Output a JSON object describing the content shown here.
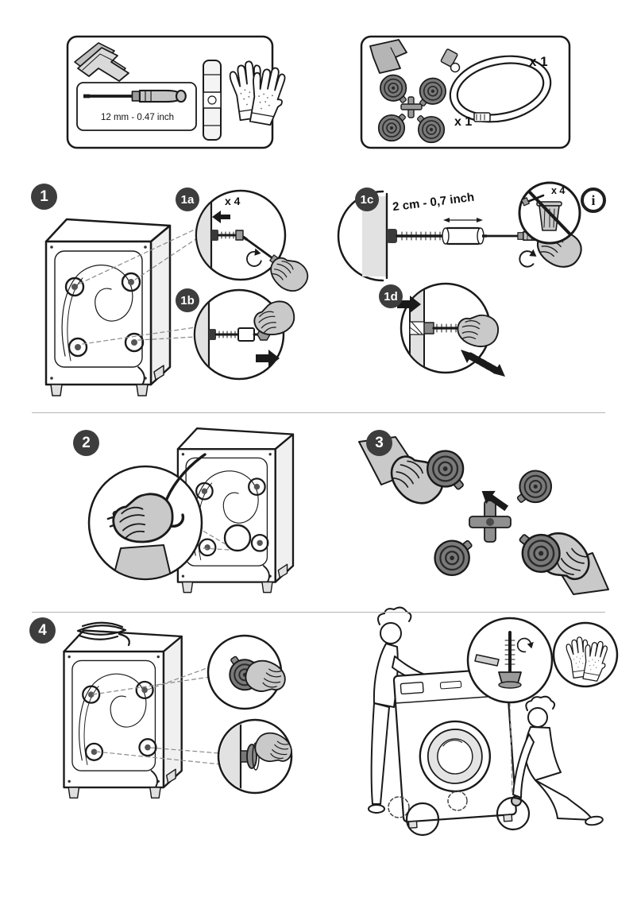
{
  "document": {
    "type": "washing-machine-installation-guide-page"
  },
  "tools_box": {
    "size_label": "12 mm - 0.47 inch",
    "icons": [
      "wrench-icon",
      "screwdriver-icon",
      "spirit-level-icon",
      "gloves-icon"
    ]
  },
  "parts_box": {
    "items": [
      {
        "name": "transport-hole-caps",
        "qty": "x 1"
      },
      {
        "name": "inlet-hose",
        "qty": "x 1"
      }
    ],
    "icons": [
      "packing-tape-icon",
      "caps-cross-icon",
      "inlet-hose-icon"
    ]
  },
  "steps": [
    {
      "badge": "1",
      "substeps": [
        {
          "badge": "1a",
          "qty": "x 4"
        },
        {
          "badge": "1b"
        },
        {
          "badge": "1c",
          "measure": "2 cm - 0,7 inch",
          "discard_qty": "x 4",
          "info": "i"
        },
        {
          "badge": "1d"
        }
      ]
    },
    {
      "badge": "2"
    },
    {
      "badge": "3"
    },
    {
      "badge": "4"
    }
  ],
  "colors": {
    "badge_bg": "#3d3d3d",
    "line": "#1a1a1a",
    "hand_gray": "#c9c9c9",
    "shade_gray": "#e2e2e2"
  }
}
